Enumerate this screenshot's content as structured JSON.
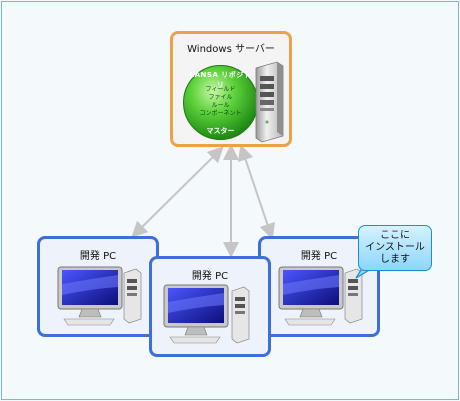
{
  "server": {
    "title": "Windows サーバー",
    "repository": {
      "title": "LANSA リポジトリ",
      "items": [
        "フィールド",
        "ファイル",
        "ルール",
        "コンポーネント"
      ],
      "bottom": "マスター"
    }
  },
  "dev_pcs": [
    {
      "title": "開発 PC"
    },
    {
      "title": "開発 PC"
    },
    {
      "title": "開発 PC"
    }
  ],
  "callout": {
    "lines": [
      "ここに",
      "インストール",
      "します"
    ]
  },
  "colors": {
    "server_border": "#eaa24a",
    "pc_border": "#3c6fd7",
    "globe": "#3fbf2a",
    "callout": "#8cd6fb",
    "arrow": "#c5c5c5"
  }
}
